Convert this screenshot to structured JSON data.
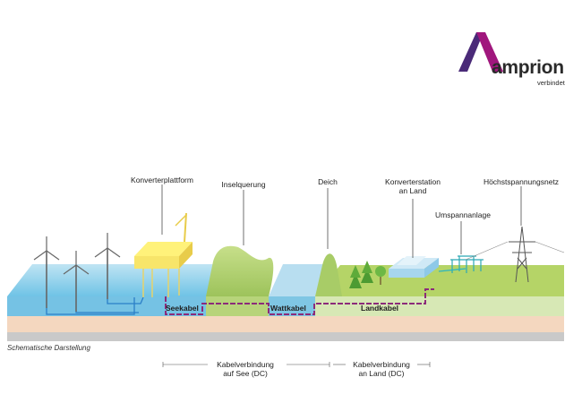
{
  "logo": {
    "wordmark": "amprion",
    "tagline": "verbindet",
    "colors": {
      "primary": "#a0177d",
      "secondary": "#4a2a78"
    }
  },
  "labels": {
    "converter_platform": "Konverterplattform",
    "island_crossing": "Inselquerung",
    "dike": "Deich",
    "converter_station_line1": "Konverterstation",
    "converter_station_line2": "an Land",
    "substation": "Umspannanlage",
    "high_voltage_grid": "Höchstspannungsnetz"
  },
  "cables": {
    "sea": "Seekabel",
    "mudflat": "Wattkabel",
    "land": "Landkabel",
    "color": "#8b2b7a"
  },
  "caption": "Schematische Darstellung",
  "brackets": {
    "sea_line1": "Kabelverbindung",
    "sea_line2": "auf See (DC)",
    "land_line1": "Kabelverbindung",
    "land_line2": "an Land (DC)"
  }
}
